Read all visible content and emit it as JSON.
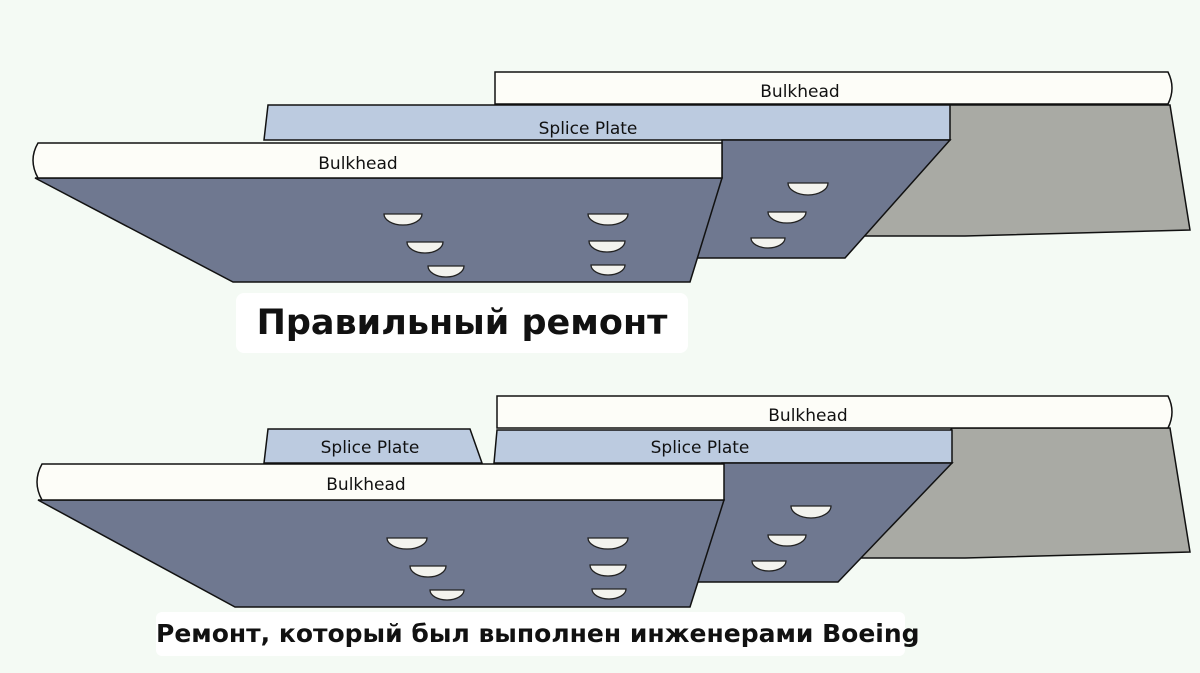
{
  "top_diagram": {
    "back_bulkhead_label": "Bulkhead",
    "splice_plate_label": "Splice Plate",
    "front_bulkhead_label": "Bulkhead",
    "caption": "Правильный ремонт"
  },
  "bottom_diagram": {
    "back_bulkhead_label": "Bulkhead",
    "splice_plate_left_label": "Splice Plate",
    "splice_plate_right_label": "Splice Plate",
    "front_bulkhead_label": "Bulkhead",
    "caption": "Ремонт, который был выполнен инженерами Boeing"
  },
  "colors": {
    "background": "#f4faf4",
    "bulkhead_top_face": "#fdfdf8",
    "bulkhead_front_face": "#6f7890",
    "back_panel_face": "#a9aaa4",
    "splice_plate_face": "#bccbe0",
    "fastener_head": "#f3f3ee",
    "outline": "#111111"
  }
}
